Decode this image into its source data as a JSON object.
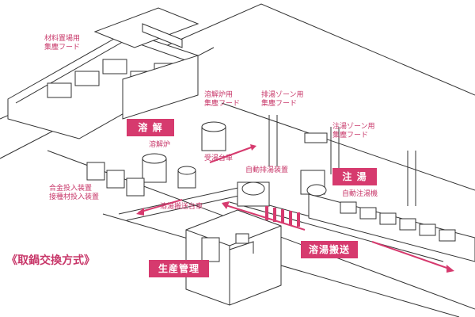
{
  "title": "《取鍋交換方式》",
  "labels": {
    "material_hood": [
      "材料置場用",
      "集塵フード"
    ],
    "melting_hood": [
      "溶解炉用",
      "集塵フード"
    ],
    "exhaust_zone_hood": [
      "排湯ゾーン用",
      "集塵フード"
    ],
    "pouring_zone_hood": [
      "注湯ゾーン用",
      "集塵フード"
    ],
    "melting_furnace": "溶解炉",
    "receiving_cart": "受湯台車",
    "auto_exhaust": "自動排湯装置",
    "auto_pouring": "自動注湯機",
    "alloy_feeder": [
      "合金投入装置",
      "接種材投入装置"
    ],
    "transfer_cart": "溶湯搬送台車"
  },
  "tags": {
    "melting": "溶 解",
    "pouring": "注 湯",
    "transfer": "溶湯搬送",
    "production": "生産管理"
  },
  "colors": {
    "accent": "#d63a6e",
    "text": "#c8386a",
    "line": "#333333"
  }
}
